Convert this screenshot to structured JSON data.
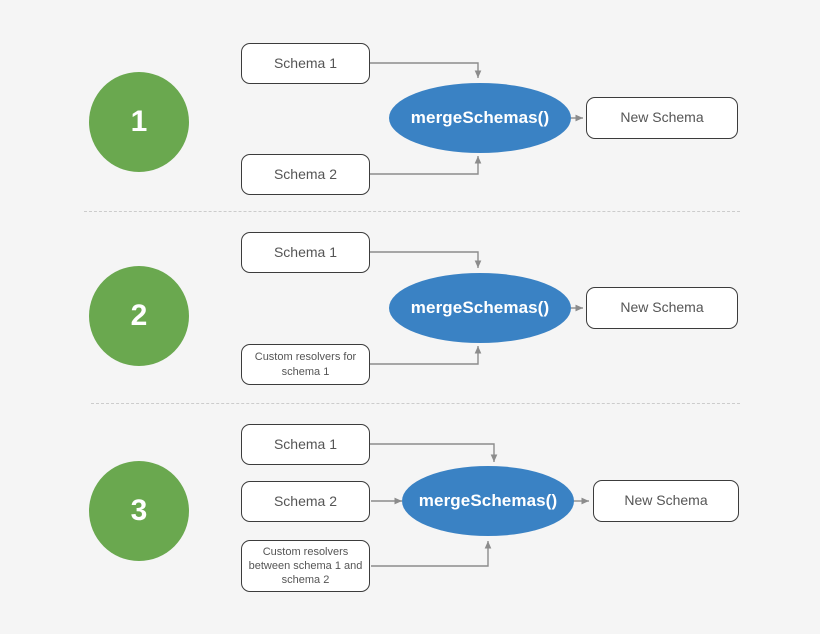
{
  "colors": {
    "background": "#f5f5f5",
    "step_circle": "#6aa84f",
    "ellipse": "#3a82c4",
    "box_border": "#3c3c3c",
    "box_fill": "#ffffff",
    "connector": "#8c8c8c",
    "divider": "#cccccc",
    "box_text": "#555555",
    "ellipse_text": "#ffffff",
    "step_text": "#ffffff"
  },
  "sections": [
    {
      "step": "1",
      "inputs": [
        {
          "label": "Schema 1",
          "size": "normal"
        },
        {
          "label": "Schema 2",
          "size": "normal"
        }
      ],
      "process": "mergeSchemas()",
      "output": "New Schema"
    },
    {
      "step": "2",
      "inputs": [
        {
          "label": "Schema 1",
          "size": "normal"
        },
        {
          "label": "Custom resolvers for schema 1",
          "size": "small"
        }
      ],
      "process": "mergeSchemas()",
      "output": "New Schema"
    },
    {
      "step": "3",
      "inputs": [
        {
          "label": "Schema 1",
          "size": "normal"
        },
        {
          "label": "Schema 2",
          "size": "normal"
        },
        {
          "label": "Custom resolvers between schema 1 and schema 2",
          "size": "small"
        }
      ],
      "process": "mergeSchemas()",
      "output": "New Schema"
    }
  ]
}
